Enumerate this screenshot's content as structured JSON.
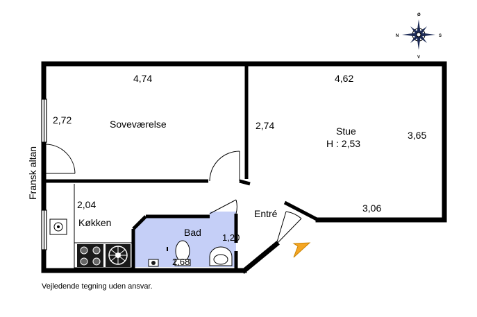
{
  "disclaimer": "Vejledende tegning uden ansvar.",
  "compass": {
    "n": "N",
    "s": "S",
    "top": "Ø",
    "bottom": "V"
  },
  "rooms": {
    "sovevaerelse": "Soveværelse",
    "stue": "Stue",
    "stue_height": "H : 2,53",
    "kokken": "Køkken",
    "bad": "Bad",
    "entre": "Entré",
    "fransk_altan": "Fransk altan"
  },
  "dimensions": {
    "sov_width": "4,74",
    "sov_depth": "2,72",
    "stue_width": "4,62",
    "stue_left": "2,74",
    "stue_right": "3,65",
    "stue_bottom": "3,06",
    "kokken_dim": "2,04",
    "bad_dim": "1,20",
    "bad_width": "2,68"
  },
  "colors": {
    "wall": "#000000",
    "bath": "#c5cff7",
    "entry_arrow": "#f5a623"
  }
}
